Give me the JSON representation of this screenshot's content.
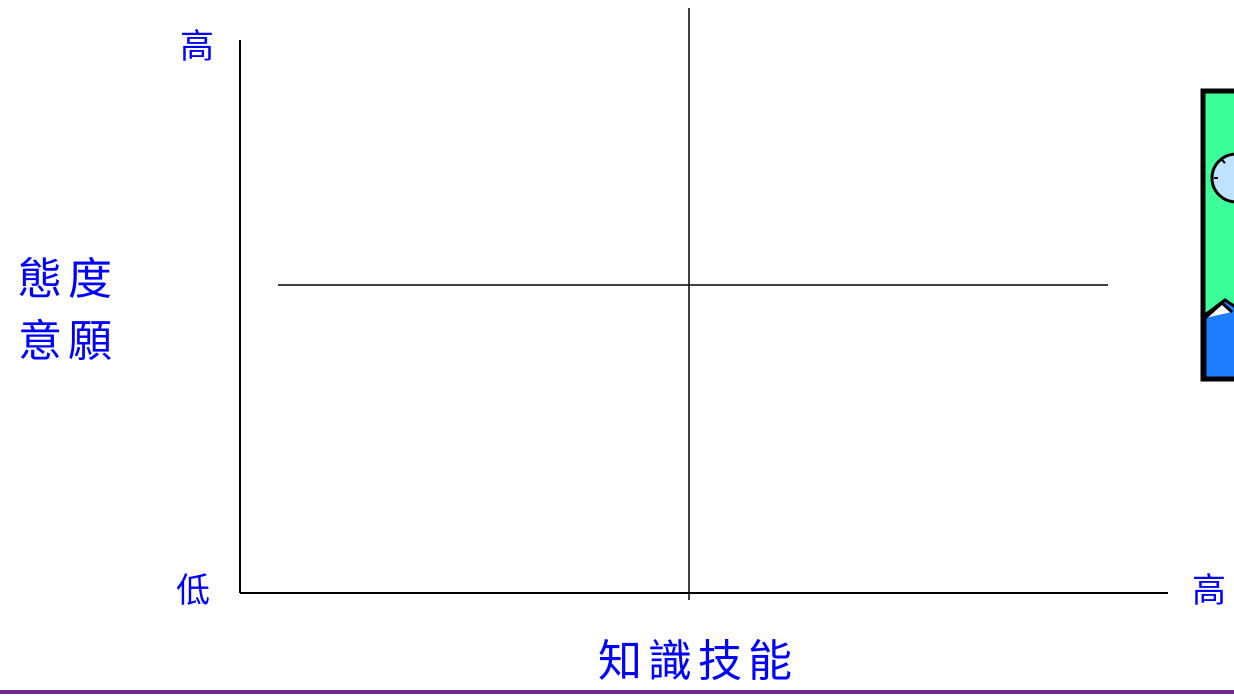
{
  "y_axis": {
    "title_line1": "態度",
    "title_line2": "意願",
    "high": "高",
    "low": "低"
  },
  "x_axis": {
    "title": "知識技能",
    "high": "高"
  },
  "colors": {
    "text": "#0000ff",
    "lines": "#000000",
    "footer_rule": "#6b2a8c",
    "clipart_green": "#3dff9a",
    "clipart_blue": "#1e7dff",
    "clipart_circle": "#bfe3ff"
  },
  "icons": {
    "clipart": "clock-landscape-clipart"
  }
}
